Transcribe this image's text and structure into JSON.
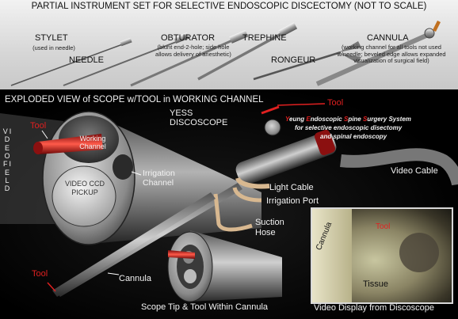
{
  "top_panel": {
    "title": "PARTIAL INSTRUMENT SET FOR SELECTIVE ENDOSCOPIC DISCECTOMY (NOT TO SCALE)",
    "instruments": {
      "stylet": {
        "label": "STYLET",
        "note": "(used in needle)"
      },
      "needle": {
        "label": "NEEDLE"
      },
      "obturator": {
        "label": "OBTURATOR",
        "note": "(blunt end-2-hole; side hole allows delivery of anesthetic)"
      },
      "trephine": {
        "label": "TREPHINE"
      },
      "rongeur": {
        "label": "RONGEUR"
      },
      "cannula": {
        "label": "CANNULA",
        "note": "(working channel for all tools not used w/needle; beveled edge allows expanded visualization of surgical field)"
      }
    }
  },
  "bottom_panel": {
    "heading": "EXPLODED VIEW of SCOPE w/TOOL in WORKING CHANNEL",
    "video_field_label": "VIDEO FIELD",
    "scope_face": {
      "tool": "Tool",
      "working_channel": "Working Channel",
      "video_ccd_pickup": "VIDEO CCD PICKUP",
      "irrigation_channel": "Irrigation Channel"
    },
    "yess_title": "YESS DISCOSCOPE",
    "system_name": {
      "line1_parts": [
        "Y",
        "eung ",
        "E",
        "ndoscopic ",
        "S",
        "pine ",
        "S",
        "urgery System"
      ],
      "line2": "for selective endoscopic disectomy",
      "line3": "and spinal endoscopy"
    },
    "callouts": {
      "tool_top": "Tool",
      "video_cable": "Video Cable",
      "light_cable": "Light Cable",
      "irrigation_port": "Irrigation Port",
      "suction_hose": "Suction Hose",
      "tool_left": "Tool",
      "cannula": "Cannula"
    },
    "scope_tip_caption": "Scope Tip & Tool Within Cannula",
    "video_display": {
      "caption": "Video Display from Discoscope",
      "cannula": "Cannula",
      "tool": "Tool",
      "tissue": "Tissue"
    }
  },
  "colors": {
    "tool_red": "#e02020",
    "background_dark": "#000000",
    "panel_light": "#e4e4e4"
  }
}
